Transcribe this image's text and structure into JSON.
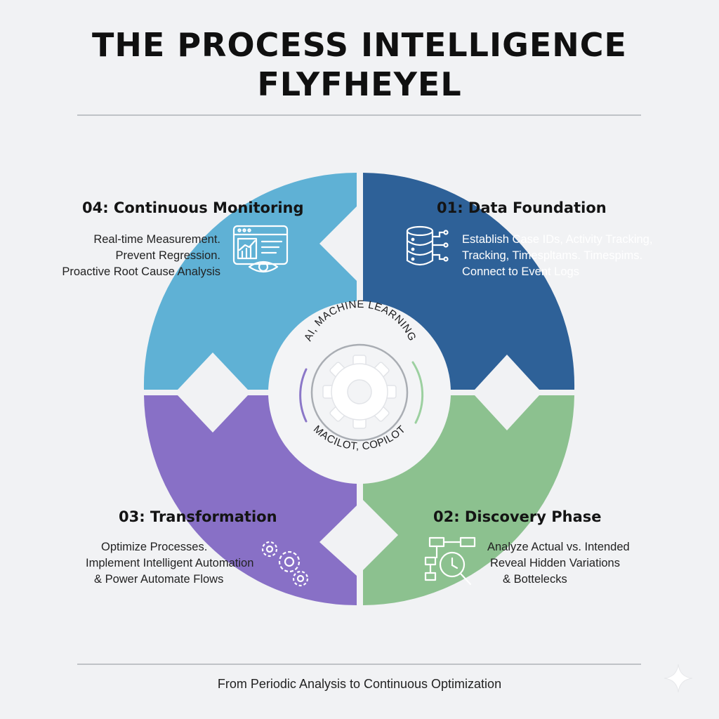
{
  "title": {
    "line1": "THE PROCESS INTELLIGENCE",
    "line2": "FLYFHEYEL"
  },
  "colors": {
    "monitoring": "#5fb1d5",
    "foundation": "#2e6198",
    "discovery": "#8cc18f",
    "transformation": "#8870c6",
    "hub_arc_left": "#8b77c8",
    "hub_arc_right": "#9cd0a0"
  },
  "phases": {
    "monitoring": {
      "title": "04: Continuous Monitoring",
      "lines": [
        "Real-time Measurement.",
        "Prevent Regression.",
        "Proactive Root Cause Analysis"
      ],
      "icon": "dashboard-monitor-icon"
    },
    "foundation": {
      "title": "01: Data Foundation",
      "lines": [
        "Establish Case IDs, Activity Tracking,",
        "Tracking, Timespltams. Timespims.",
        "Connect to Event Logs"
      ],
      "icon": "database-icon"
    },
    "discovery": {
      "title": "02: Discovery Phase",
      "lines": [
        "Analyze Actual vs. Intended",
        "Reveal Hidden Variations",
        "& Bottelecks"
      ],
      "icon": "process-map-magnifier-icon"
    },
    "transformation": {
      "title": "03: Transformation",
      "lines": [
        "Optimize Processes.",
        "Implement Intelligent Automation",
        "& Power Automate Flows"
      ],
      "icon": "gears-icon"
    }
  },
  "hub": {
    "top_text": "AI, MACHINE LEARNING",
    "bottom_text": "MACILOT, COPILOT",
    "icon": "gear-icon"
  },
  "footer": "From Periodic Analysis to Continuous Optimization"
}
